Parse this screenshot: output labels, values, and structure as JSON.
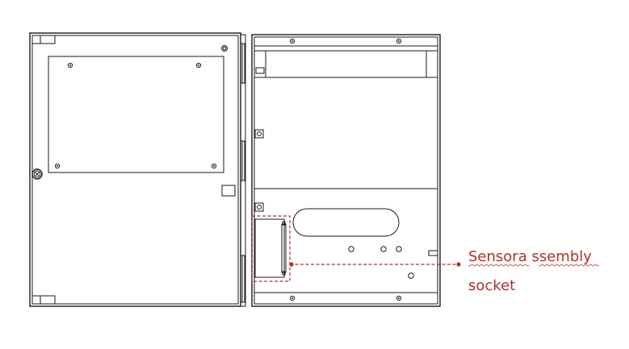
{
  "callout": {
    "line1": "Sensora ssembly",
    "line2": "socket",
    "color": "#b0302c"
  },
  "components": {
    "left_panel": "door-panel",
    "right_panel": "chassis-panel",
    "highlight": "sensor-assembly-socket"
  }
}
